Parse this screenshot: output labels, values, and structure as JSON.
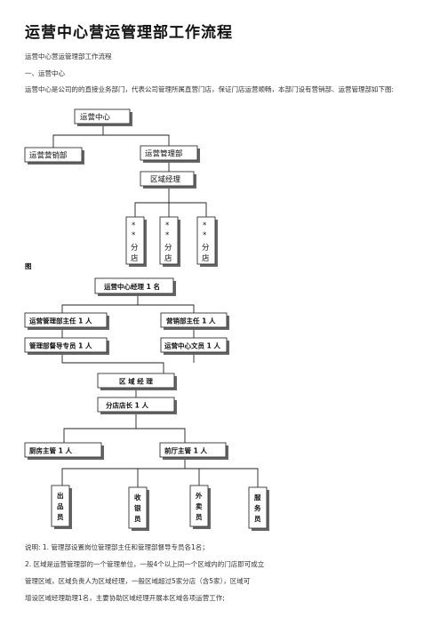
{
  "doc": {
    "title": "运营中心营运管理部工作流程",
    "subtitle": "运营中心营运管理部工作流程",
    "section1": "一、运营中心",
    "intro": "运营中心是公司的的直接业务部门，代表公司管理所属直营门店，保证门店运营顺畅，本部门设有营销部、运营管理部如下图:",
    "fig_label": "图"
  },
  "chart1": {
    "root": "运营中心",
    "left": "运营营销部",
    "right": "运营管理部",
    "mid": "区域经理",
    "stores": [
      {
        "a": "*",
        "b": "*",
        "c": "分",
        "d": "店"
      },
      {
        "a": "*",
        "b": "*",
        "c": "分",
        "d": "店"
      },
      {
        "a": "*",
        "b": "*",
        "c": "分",
        "d": "店"
      }
    ]
  },
  "chart2": {
    "root": "运营中心经理 1 名",
    "l1": "运营管理部主任 1 人",
    "l2": "管理部督导专员 1 人",
    "r1": "营销部主任 1 人",
    "r2": "运营中心文员 1 人",
    "area": "区 域 经 理",
    "store_mgr": "分店店长 1 人",
    "kitchen": "厨房主管 1 人",
    "front": "前厅主管 1 人",
    "leaves": [
      {
        "a": "出",
        "b": "品",
        "c": "员"
      },
      {
        "a": "收",
        "b": "银",
        "c": "员"
      },
      {
        "a": "外",
        "b": "卖",
        "c": "员"
      },
      {
        "a": "服",
        "b": "务",
        "c": "员"
      }
    ]
  },
  "notes": {
    "n1": "说明:   1. 管理部设置岗位管理部主任和管理部督导专员各1名；",
    "n2": "2. 区域是运营管理部的一个管理单位，一般4个以上同一个区域内的门店即可成立",
    "n3": "管理区域，区域负责人为区域经理，一般区域超过5家分店（含5家），区域可",
    "n4": "增设区域经理助理1名，主要协助区域经理开展本区域各项运营工作;"
  }
}
